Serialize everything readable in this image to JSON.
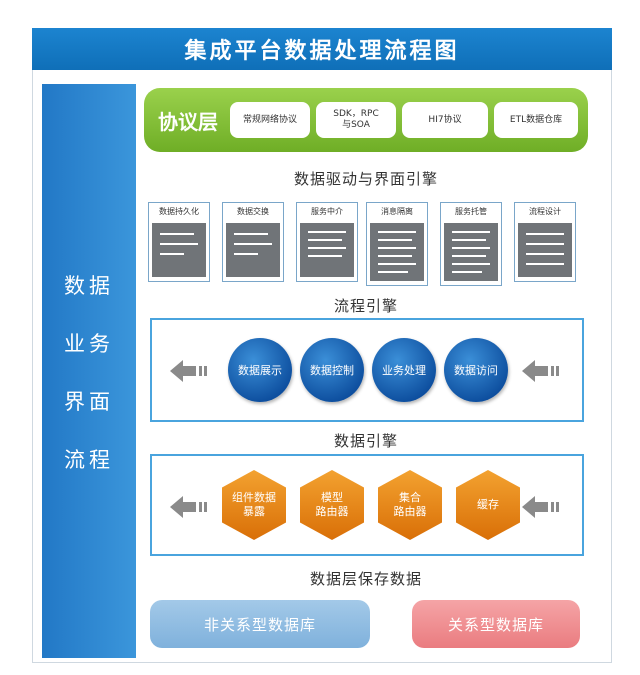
{
  "title": "集成平台数据处理流程图",
  "left_column": {
    "lines": [
      "数据",
      "业务",
      "界面",
      "流程"
    ]
  },
  "protocol_layer": {
    "label": "协议层",
    "items": [
      "常规网络协议",
      "SDK，RPC\n与SOA",
      "HI7协议",
      "ETL数据仓库"
    ]
  },
  "driver_engine": {
    "title": "数据驱动与界面引擎",
    "cards": [
      "数据持久化",
      "数据交换",
      "服务中介",
      "消息隔离",
      "服务托管",
      "流程设计"
    ]
  },
  "flow_engine": {
    "title": "流程引擎",
    "nodes": [
      "数据展示",
      "数据控制",
      "业务处理",
      "数据访问"
    ]
  },
  "data_engine": {
    "title": "数据引擎",
    "nodes": [
      "组件数据\n暴露",
      "模型\n路由器",
      "集合\n路由器",
      "缓存"
    ]
  },
  "storage_layer": {
    "title": "数据层保存数据",
    "databases": [
      "非关系型数据库",
      "关系型数据库"
    ]
  },
  "colors": {
    "title_bar": "#1377c4",
    "left_column": "#2b86d0",
    "protocol_green": "#7cba2f",
    "engine_border": "#4aa4de",
    "circle_blue": "#1a62b4",
    "hex_orange": "#e98414",
    "nosql_db": "#8ebbe0",
    "sql_db": "#f08f92",
    "card_gray": "#707478",
    "arrow_gray": "#8a8a8a"
  },
  "icons": [
    "left-arrow-icon"
  ]
}
